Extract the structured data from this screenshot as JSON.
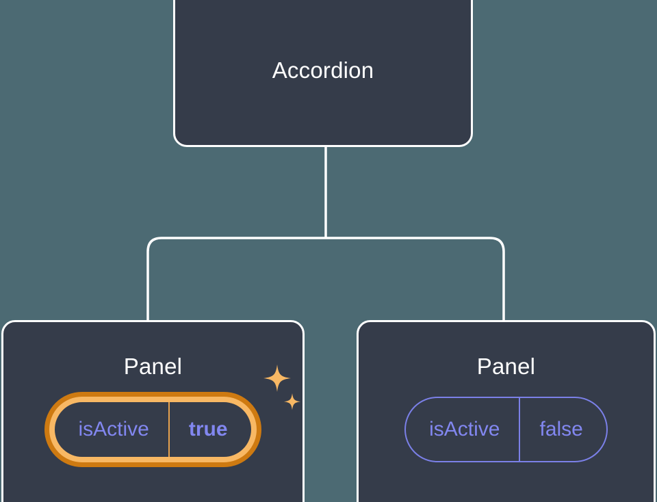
{
  "diagram": {
    "type": "component-tree",
    "title": "Accordion component tree",
    "background_color": "#4c6a73",
    "node_fill_color": "#353c4a",
    "node_border_color": "#ffffff",
    "connector_color": "#ffffff",
    "highlight_inner_color": "#f8b864",
    "highlight_outer_color": "#ce7a11",
    "pill_border_color": "#7b80e8",
    "pill_text_color": "#8287f0"
  },
  "root": {
    "label": "Accordion"
  },
  "children": [
    {
      "label": "Panel",
      "highlighted": true,
      "prop": {
        "key": "isActive",
        "value": "true"
      },
      "sparkles": [
        {
          "name": "sparkle-large"
        },
        {
          "name": "sparkle-small"
        }
      ]
    },
    {
      "label": "Panel",
      "highlighted": false,
      "prop": {
        "key": "isActive",
        "value": "false"
      }
    }
  ]
}
